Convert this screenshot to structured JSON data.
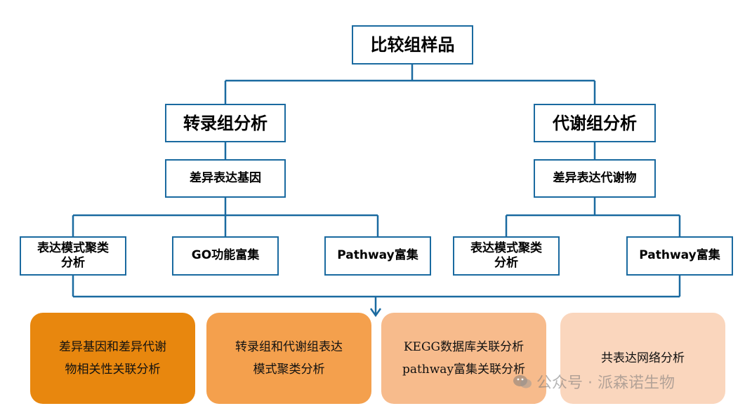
{
  "root": {
    "label": "比较组样品"
  },
  "branches": [
    {
      "label": "转录组分析",
      "sub": "差异表达基因",
      "leaves": [
        "表达模式聚类\n分析",
        "GO功能富集",
        "Pathway富集"
      ]
    },
    {
      "label": "代谢组分析",
      "sub": "差异表达代谢物",
      "leaves": [
        "表达模式聚类\n分析",
        "Pathway富集"
      ]
    }
  ],
  "outputs": [
    {
      "lines": [
        "差异基因和差异代谢",
        "物相关性关联分析"
      ],
      "color": "#e8870e"
    },
    {
      "lines": [
        "转录组和代谢组表达",
        "模式聚类分析"
      ],
      "color": "#f4a04d"
    },
    {
      "lines": [
        "KEGG数据库关联分析",
        "pathway富集关联分析"
      ],
      "color": "#f7bb8c"
    },
    {
      "lines": [
        "共表达网络分析"
      ],
      "color": "#fad6bd"
    }
  ],
  "colors": {
    "line": "#1a6aa0",
    "box_border": "#1a6aa0"
  },
  "watermark": {
    "text": "公众号 · 派森诺生物",
    "icon": "wechat-icon"
  }
}
